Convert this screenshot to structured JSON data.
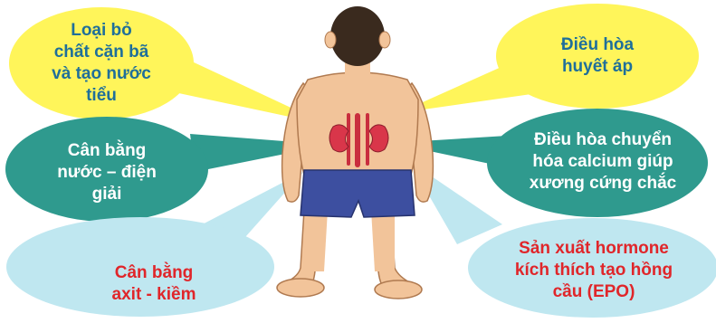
{
  "bubbles": [
    {
      "id": "waste-removal",
      "lines": [
        "Loại bỏ",
        "chất cặn bã",
        "và tạo nước",
        "tiểu"
      ],
      "color": "#fff55a"
    },
    {
      "id": "blood-pressure",
      "lines": [
        "Điều hòa",
        "huyết áp"
      ],
      "color": "#fff55a"
    },
    {
      "id": "water-electrolyte",
      "lines": [
        "Cân bằng",
        "nước – điện",
        "giải"
      ],
      "color": "#2f9a8e"
    },
    {
      "id": "calcium",
      "lines": [
        "Điều hòa chuyển",
        "hóa calcium giúp",
        "xương cứng chắc"
      ],
      "color": "#2f9a8e"
    },
    {
      "id": "acid-base",
      "lines": [
        "Cân bằng",
        "axit - kiềm"
      ],
      "color": "#bfe7f0"
    },
    {
      "id": "epo",
      "lines": [
        "Sản xuất hormone",
        "kích thích tạo hồng",
        "cầu (EPO)"
      ],
      "color": "#bfe7f0"
    }
  ],
  "colors": {
    "yellow": "#fff55a",
    "teal": "#2f9a8e",
    "light_blue": "#bfe7f0",
    "skin": "#f2c49a",
    "hair": "#3a2a1e",
    "shorts": "#3d4fa0",
    "kidney": "#d9364a"
  },
  "illustration": "child-back-kidneys"
}
